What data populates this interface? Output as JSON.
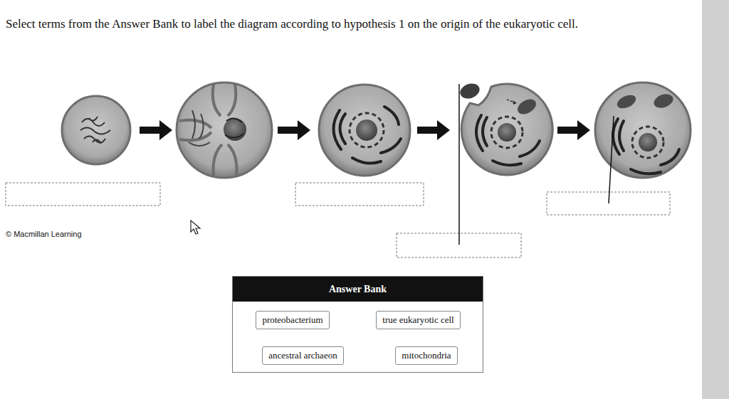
{
  "diagram": {
    "title": "Select terms from the Answer Bank to label the diagram according to hypothesis 1 on the origin of the eukaryotic cell.",
    "nodes": [
      {
        "text": [
          "Answer Bank"
        ]
      },
      {
        "text": [
          "proteobacterium"
        ],
        "in": 0
      },
      {
        "text": [
          "true eukaryotic cell"
        ],
        "in": 0
      },
      {
        "text": [
          "ancestral archaeon"
        ],
        "in": 0
      },
      {
        "text": [
          "mitochondria"
        ],
        "in": 0
      }
    ],
    "labels": [
      "© Macmillan Learning"
    ]
  }
}
